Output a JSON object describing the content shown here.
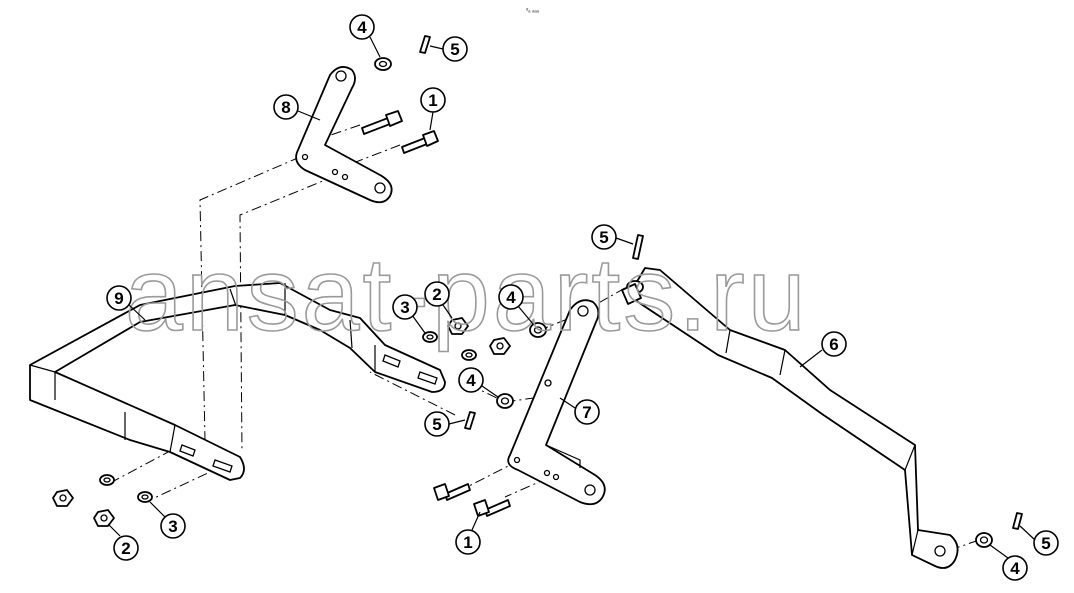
{
  "watermark": "ansat-parts.ru",
  "corner_mark": "ᵅₐ ₐₐₐ",
  "callouts": {
    "c4_top": "4",
    "c5_top": "5",
    "c8": "8",
    "c1_top": "1",
    "c9": "9",
    "c3_mid": "3",
    "c2_mid": "2",
    "c4_mid": "4",
    "c5_mid": "5",
    "c6": "6",
    "c4_low": "4",
    "c7": "7",
    "c5_low": "5",
    "c3_low": "3",
    "c2_low": "2",
    "c1_low": "1",
    "c4_right": "4",
    "c5_right": "5"
  },
  "colors": {
    "line": "#000000",
    "watermark": "#9a9a9a",
    "background": "#ffffff"
  }
}
